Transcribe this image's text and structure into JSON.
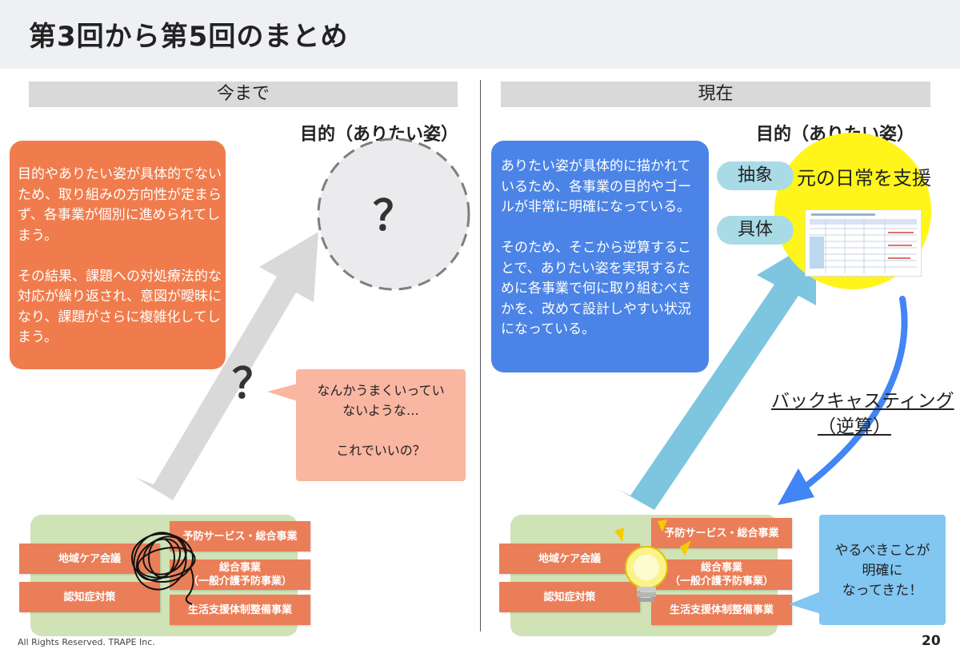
{
  "title": "第3回から第5回のまとめ",
  "left": {
    "header": "今まで",
    "goal": "目的（ありたい姿）",
    "box_text": "目的やありたい姿が具体的でないため、取り組みの方向性が定まらず、各事業が個別に進められてしまう。\n\nその結果、課題への対処療法的な対応が繰り返され、意図が曖昧になり、課題がさらに複雑化してしまう。",
    "circle_mark": "？",
    "arrow_mark": "？",
    "speech": "なんかうまくいってい\nないような…\n\nこれでいいの？",
    "items": [
      "地域ケア会議",
      "予防サービス・総合事業",
      "総合事業\n（一般介護予防事業）",
      "認知症対策",
      "生活支援体制整備事業"
    ]
  },
  "right": {
    "header": "現在",
    "goal": "目的（ありたい姿）",
    "box_text": "ありたい姿が具体的に描かれているため、各事業の目的やゴールが非常に明確になっている。\n\nそのため、そこから逆算することで、ありたい姿を実現するために各事業で何に取り組むべきかを、改めて設計しやすい状況になっている。",
    "abstract_label": "抽象",
    "concrete_label": "具体",
    "goal_text": "元の日常を支援",
    "backcasting": "バックキャスティング",
    "backcasting_sub": "（逆算）",
    "realize": "やるべきことが\n明確に\nなってきた！",
    "items": [
      "地域ケア会議",
      "予防サービス・総合事業",
      "総合事業\n（一般介護予防事業）",
      "認知症対策",
      "生活支援体制整備事業"
    ]
  },
  "footer": "All Rights Reserved. TRAPE Inc.",
  "page_number": "20",
  "colors": {
    "orange": "#f07c4d",
    "blue": "#4b84e6",
    "salmon": "#f9b6a1",
    "gray": "#d9d9d9",
    "green": "#cfe3b6",
    "item": "#ea7e58",
    "yellow": "#fff51a",
    "arrow_blue": "#7ec5df"
  }
}
